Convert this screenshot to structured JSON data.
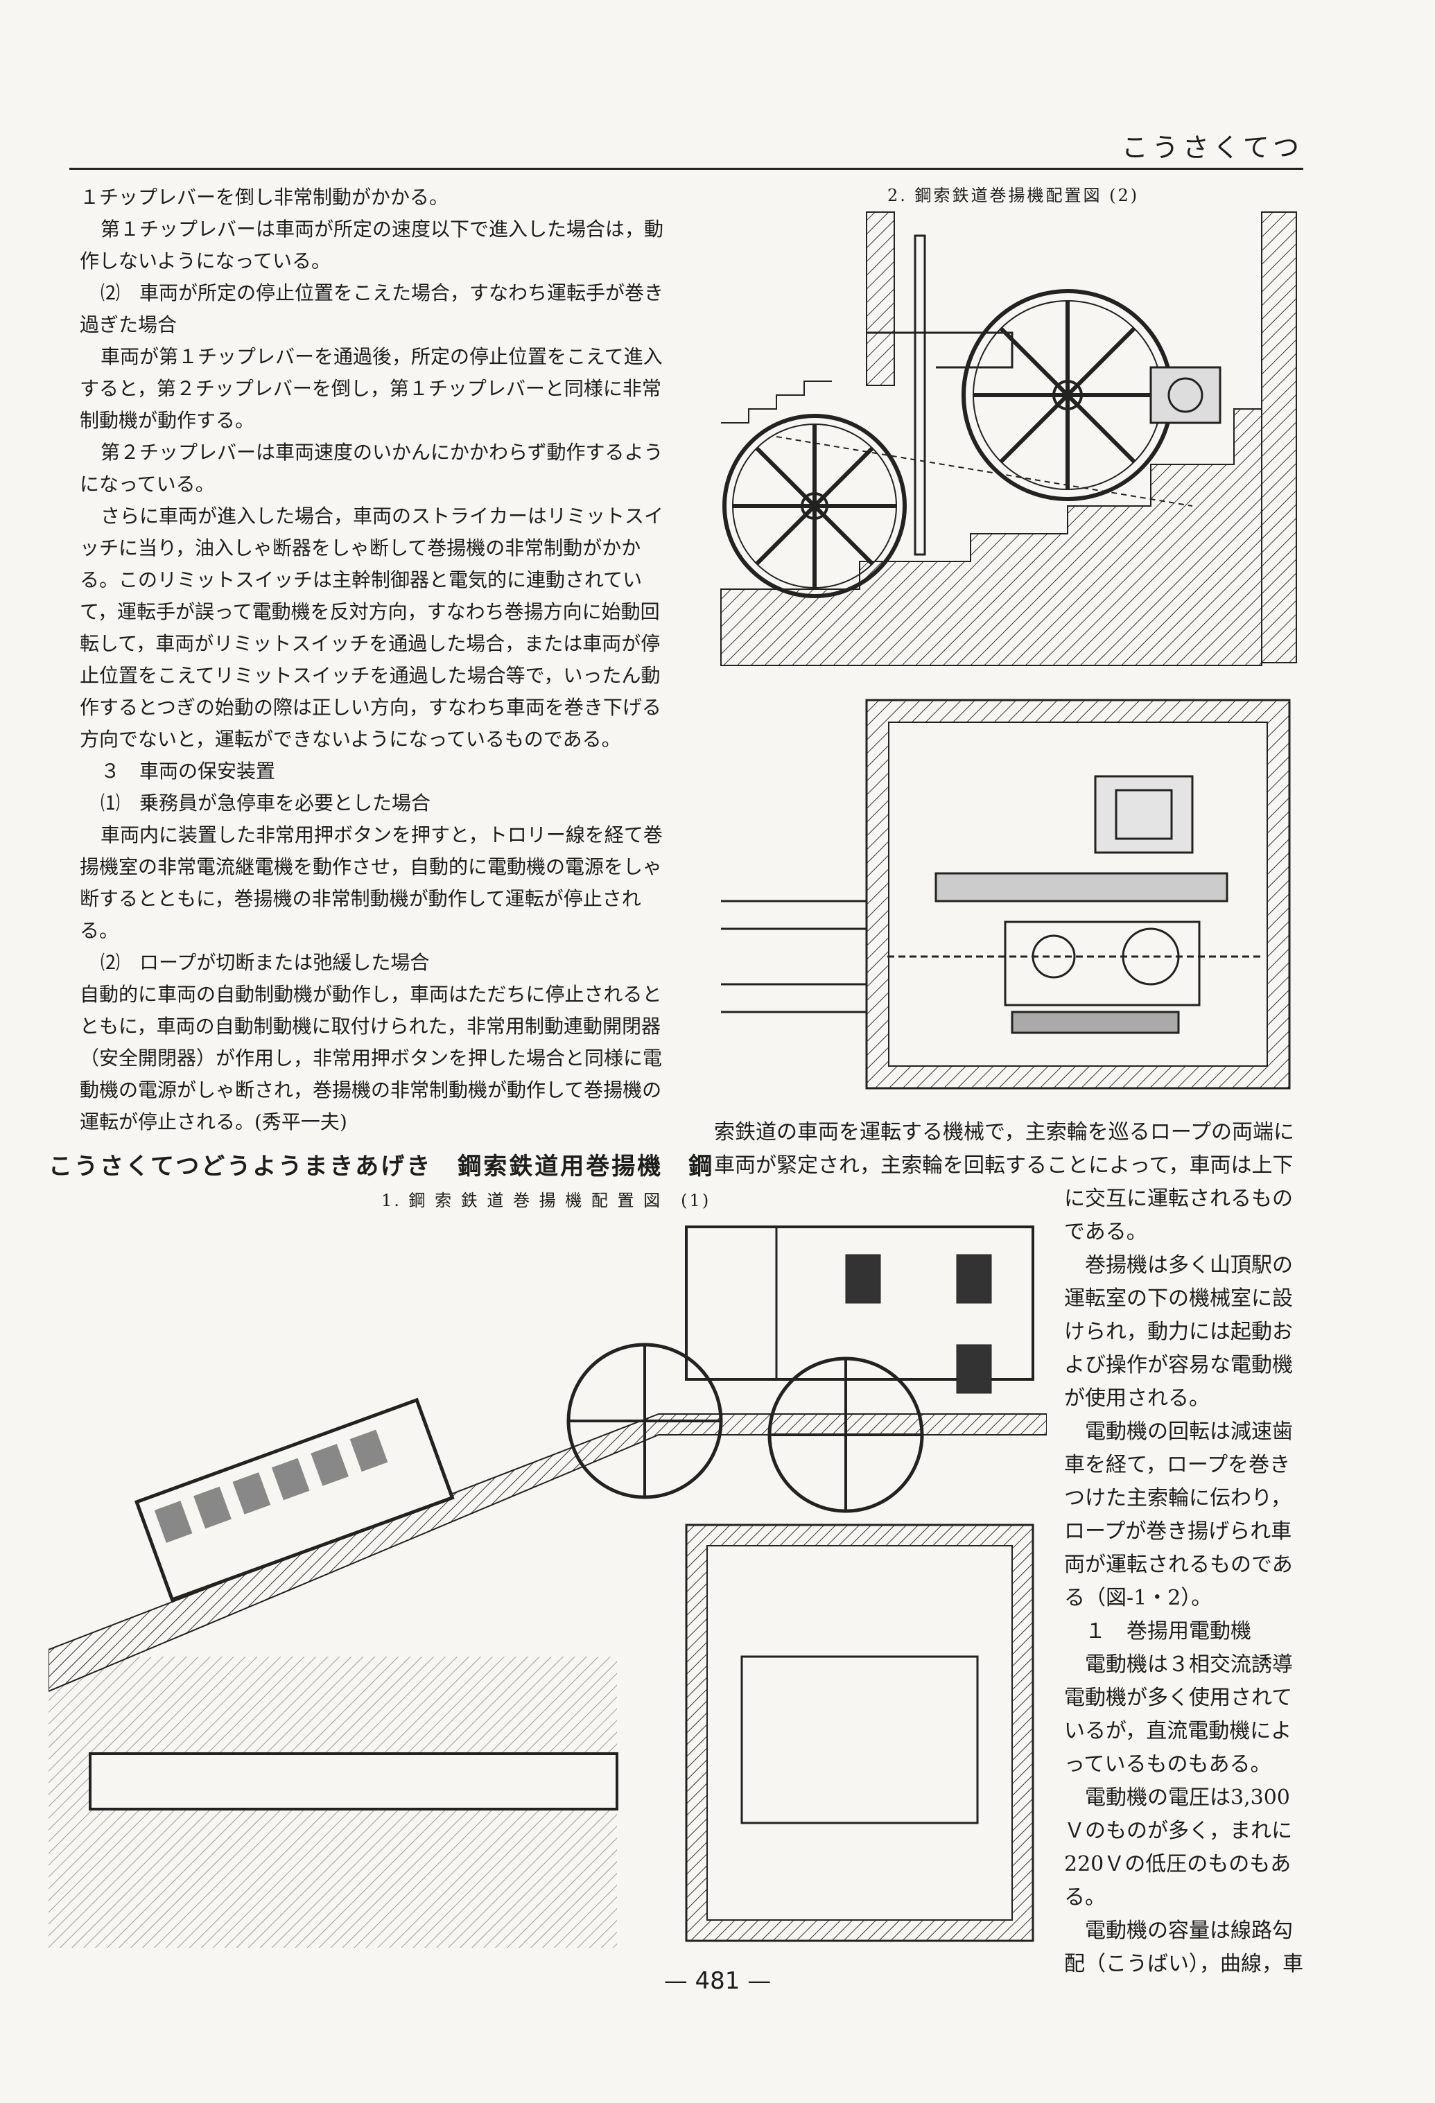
{
  "header": {
    "title": "こうさくてつ"
  },
  "left_column": [
    {
      "text": "１チップレバーを倒し非常制動がかかる。",
      "indent": false
    },
    {
      "text": "第１チップレバーは車両が所定の速度以下で進入した場合は，動作しないようになっている。",
      "indent": true
    },
    {
      "text": "⑵　車両が所定の停止位置をこえた場合，すなわち運転手が巻き過ぎた場合",
      "indent": true
    },
    {
      "text": "車両が第１チップレバーを通過後，所定の停止位置をこえて進入すると，第２チップレバーを倒し，第１チップレバーと同様に非常制動機が動作する。",
      "indent": true
    },
    {
      "text": "第２チップレバーは車両速度のいかんにかかわらず動作するようになっている。",
      "indent": true
    },
    {
      "text": "さらに車両が進入した場合，車両のストライカーはリミットスイッチに当り，油入しゃ断器をしゃ断して巻揚機の非常制動がかかる。このリミットスイッチは主幹制御器と電気的に連動されていて，運転手が誤って電動機を反対方向，すなわち巻揚方向に始動回転して，車両がリミットスイッチを通過した場合，または車両が停止位置をこえてリミットスイッチを通過した場合等で，いったん動作するとつぎの始動の際は正しい方向，すなわち車両を巻き下げる方向でないと，運転ができないようになっているものである。",
      "indent": true
    },
    {
      "text": "３　車両の保安装置",
      "indent": true
    },
    {
      "text": "⑴　乗務員が急停車を必要とした場合",
      "indent": true
    },
    {
      "text": "車両内に装置した非常用押ボタンを押すと，トロリー線を経て巻揚機室の非常電流継電機を動作させ，自動的に電動機の電源をしゃ断するとともに，巻揚機の非常制動機が動作して運転が停止される。",
      "indent": true
    },
    {
      "text": "⑵　ロープが切断または弛緩した場合",
      "indent": true
    },
    {
      "text": "自動的に車両の自動制動機が動作し，車両はただちに停止されるとともに，車両の自動制動機に取付けられた，非常用制動連動開閉器（安全開閉器）が作用し，非常用押ボタンを押した場合と同様に電動機の電源がしゃ断され，巻揚機の非常制動機が動作して巻揚機の運転が停止される。(秀平一夫)",
      "indent": false
    }
  ],
  "headline": "こうさくてつどうようまきあげき　鋼索鉄道用巻揚機　鋼",
  "right_top_text": [
    "索鉄道の車両を運転する機械で，主索輪を巡るロープの両端に",
    "車両が緊定され，主索輪を回転することによって，車両は上下"
  ],
  "right_narrow_text": [
    {
      "text": "に交互に運転されるものである。",
      "indent": false
    },
    {
      "text": "巻揚機は多く山頂駅の運転室の下の機械室に設けられ，動力には起動および操作が容易な電動機が使用される。",
      "indent": true
    },
    {
      "text": "電動機の回転は減速歯車を経て，ロープを巻きつけた主索輪に伝わり，ロープが巻き揚げられ車両が運転されるものである（図-1・2）。",
      "indent": true
    },
    {
      "text": "１　巻揚用電動機",
      "indent": true
    },
    {
      "text": "電動機は３相交流誘導電動機が多く使用されているが，直流電動機によっているものもある。",
      "indent": true
    },
    {
      "text": "電動機の電圧は3,300Ｖのものが多く，まれに220Ｖの低圧のものもある。",
      "indent": true
    },
    {
      "text": "電動機の容量は線路勾配（こうばい），曲線，車",
      "indent": true
    }
  ],
  "fig1_caption": "1.  鋼 索 鉄 道 巻 揚 機 配 置 図　(1)",
  "fig2_caption": "2.  鋼索鉄道巻揚機配置図 (2)",
  "page_number": "— 481 —"
}
